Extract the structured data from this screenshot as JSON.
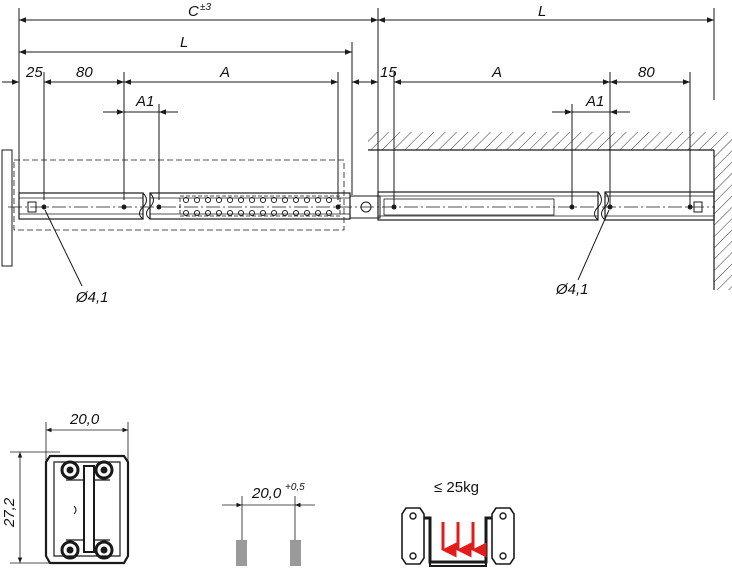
{
  "dimensions": {
    "c_label": "C",
    "c_tolerance": "±3",
    "l_left": "L",
    "l_right": "L",
    "d25": "25",
    "d80_left": "80",
    "a_left": "A",
    "a1_left": "A1",
    "d15": "15",
    "a_right": "A",
    "d80_right": "80",
    "a1_right": "A1",
    "hole_left": "Ø4,1",
    "hole_right": "Ø4,1",
    "width": "20,0",
    "height": "27,2",
    "gap": "20,0",
    "gap_tolerance": "+0,5",
    "load": "≤ 25kg"
  },
  "colors": {
    "line": "#1a1a1a",
    "load_arrow": "#e21b1b",
    "slot_fill": "#9a9a9a"
  }
}
